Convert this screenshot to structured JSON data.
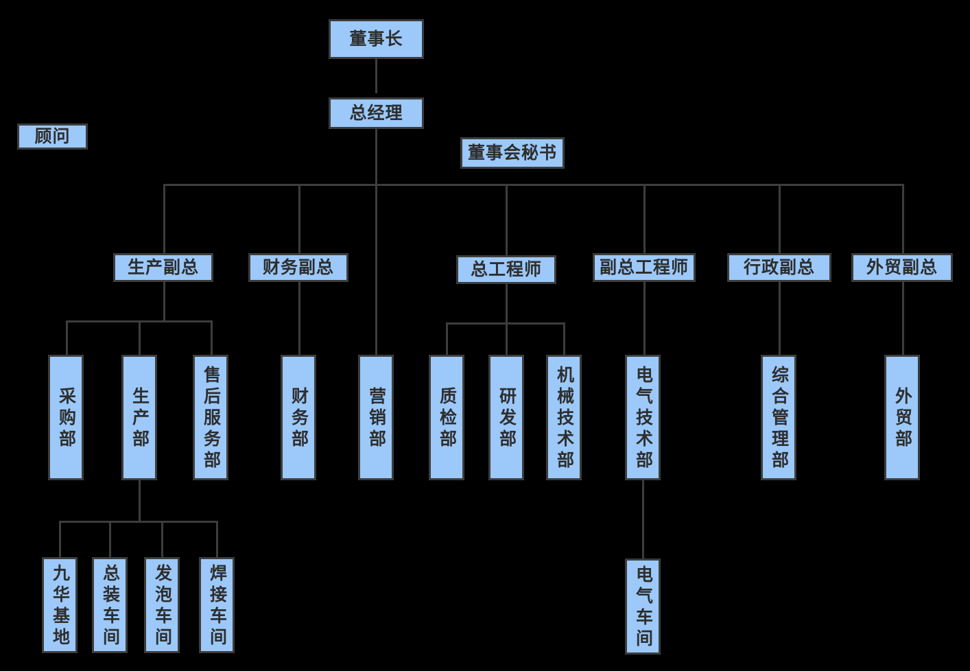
{
  "diagram": {
    "title": "公司组织结构图",
    "type": "organization-chart",
    "background_color": "#000000",
    "node_fill_color": "#9CC9FA",
    "node_border_color": "#3D3D3D",
    "node_text_color": "#2E2E2E",
    "connector_color": "#3D3D3D"
  },
  "nodes": {
    "chairman": {
      "label": "董事长",
      "level": 0,
      "orientation": "horizontal"
    },
    "general_manager": {
      "label": "总经理",
      "level": 1,
      "orientation": "horizontal"
    },
    "board_secretary": {
      "label": "董事会秘书",
      "level": 1,
      "orientation": "horizontal"
    },
    "advisor": {
      "label": "顾问",
      "level": 1,
      "orientation": "horizontal"
    },
    "vp_production": {
      "label": "生产副总",
      "level": 2,
      "orientation": "horizontal"
    },
    "vp_finance": {
      "label": "财务副总",
      "level": 2,
      "orientation": "horizontal"
    },
    "chief_engineer": {
      "label": "总工程师",
      "level": 2,
      "orientation": "horizontal"
    },
    "deputy_chief_eng": {
      "label": "副总工程师",
      "level": 2,
      "orientation": "horizontal"
    },
    "vp_administration": {
      "label": "行政副总",
      "level": 2,
      "orientation": "horizontal"
    },
    "vp_foreign_trade": {
      "label": "外贸副总",
      "level": 2,
      "orientation": "horizontal"
    },
    "dept_purchasing": {
      "label": "采购部",
      "level": 3,
      "orientation": "vertical"
    },
    "dept_production": {
      "label": "生产部",
      "level": 3,
      "orientation": "vertical"
    },
    "dept_after_sales": {
      "label": "售后服务部",
      "level": 3,
      "orientation": "vertical"
    },
    "dept_finance": {
      "label": "财务部",
      "level": 3,
      "orientation": "vertical"
    },
    "dept_marketing": {
      "label": "营销部",
      "level": 3,
      "orientation": "vertical"
    },
    "dept_quality": {
      "label": "质检部",
      "level": 3,
      "orientation": "vertical"
    },
    "dept_rnd": {
      "label": "研发部",
      "level": 3,
      "orientation": "vertical"
    },
    "dept_mech_tech": {
      "label": "机械技术部",
      "level": 3,
      "orientation": "vertical"
    },
    "dept_elec_tech": {
      "label": "电气技术部",
      "level": 3,
      "orientation": "vertical"
    },
    "dept_general_admin": {
      "label": "综合管理部",
      "level": 3,
      "orientation": "vertical"
    },
    "dept_foreign_trade": {
      "label": "外贸部",
      "level": 3,
      "orientation": "vertical"
    },
    "base_jiuhua": {
      "label": "九华基地",
      "level": 4,
      "orientation": "vertical"
    },
    "shop_assembly": {
      "label": "总装车间",
      "level": 4,
      "orientation": "vertical"
    },
    "shop_foaming": {
      "label": "发泡车间",
      "level": 4,
      "orientation": "vertical"
    },
    "shop_welding": {
      "label": "焊接车间",
      "level": 4,
      "orientation": "vertical"
    },
    "shop_electrical": {
      "label": "电气车间",
      "level": 4,
      "orientation": "vertical"
    }
  },
  "edges": [
    {
      "from": "chairman",
      "to": "general_manager"
    },
    {
      "from": "general_manager",
      "to": "vp_production"
    },
    {
      "from": "general_manager",
      "to": "vp_finance"
    },
    {
      "from": "general_manager",
      "to": "dept_marketing"
    },
    {
      "from": "general_manager",
      "to": "chief_engineer"
    },
    {
      "from": "general_manager",
      "to": "deputy_chief_eng"
    },
    {
      "from": "general_manager",
      "to": "vp_administration"
    },
    {
      "from": "general_manager",
      "to": "vp_foreign_trade"
    },
    {
      "from": "vp_production",
      "to": "dept_purchasing"
    },
    {
      "from": "vp_production",
      "to": "dept_production"
    },
    {
      "from": "vp_production",
      "to": "dept_after_sales"
    },
    {
      "from": "vp_finance",
      "to": "dept_finance"
    },
    {
      "from": "chief_engineer",
      "to": "dept_quality"
    },
    {
      "from": "chief_engineer",
      "to": "dept_rnd"
    },
    {
      "from": "chief_engineer",
      "to": "dept_mech_tech"
    },
    {
      "from": "deputy_chief_eng",
      "to": "dept_elec_tech"
    },
    {
      "from": "vp_administration",
      "to": "dept_general_admin"
    },
    {
      "from": "vp_foreign_trade",
      "to": "dept_foreign_trade"
    },
    {
      "from": "dept_production",
      "to": "base_jiuhua"
    },
    {
      "from": "dept_production",
      "to": "shop_assembly"
    },
    {
      "from": "dept_production",
      "to": "shop_foaming"
    },
    {
      "from": "dept_production",
      "to": "shop_welding"
    },
    {
      "from": "dept_elec_tech",
      "to": "shop_electrical"
    }
  ]
}
